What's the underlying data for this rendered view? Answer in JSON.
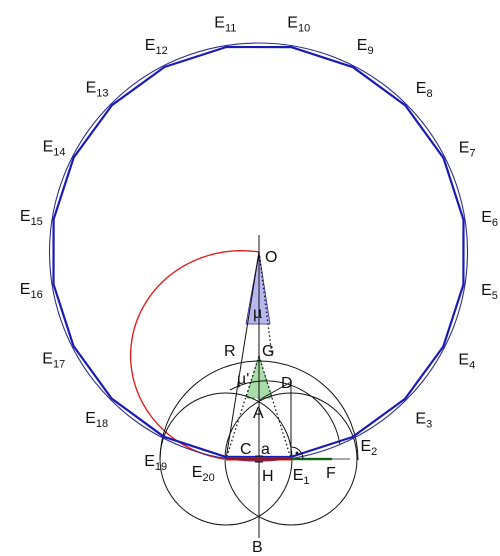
{
  "colors": {
    "polygon": "#1a1ab4",
    "circumcircle": "#2d2d8c",
    "construction": "#111111",
    "red_arc": "#e02020",
    "green": "#1f8f1f",
    "mu_fill": "#b8b8ee",
    "mu_prime_fill": "#a8dca8",
    "side_label": "#e02020"
  },
  "vertices": [
    {
      "letter": "E",
      "index": "1"
    },
    {
      "letter": "E",
      "index": "2"
    },
    {
      "letter": "E",
      "index": "3"
    },
    {
      "letter": "E",
      "index": "4"
    },
    {
      "letter": "E",
      "index": "5"
    },
    {
      "letter": "E",
      "index": "6"
    },
    {
      "letter": "E",
      "index": "7"
    },
    {
      "letter": "E",
      "index": "8"
    },
    {
      "letter": "E",
      "index": "9"
    },
    {
      "letter": "E",
      "index": "10"
    },
    {
      "letter": "E",
      "index": "11"
    },
    {
      "letter": "E",
      "index": "12"
    },
    {
      "letter": "E",
      "index": "13"
    },
    {
      "letter": "E",
      "index": "14"
    },
    {
      "letter": "E",
      "index": "15"
    },
    {
      "letter": "E",
      "index": "16"
    },
    {
      "letter": "E",
      "index": "17"
    },
    {
      "letter": "E",
      "index": "18"
    },
    {
      "letter": "E",
      "index": "19"
    },
    {
      "letter": "E",
      "index": "20"
    }
  ],
  "points": {
    "O": "O",
    "R": "R",
    "G": "G",
    "D": "D",
    "A": "A",
    "H": "H",
    "B": "B",
    "F": "F",
    "C": "C"
  },
  "angles": {
    "mu": "µ",
    "mu_prime": "µ'"
  },
  "side": "a"
}
